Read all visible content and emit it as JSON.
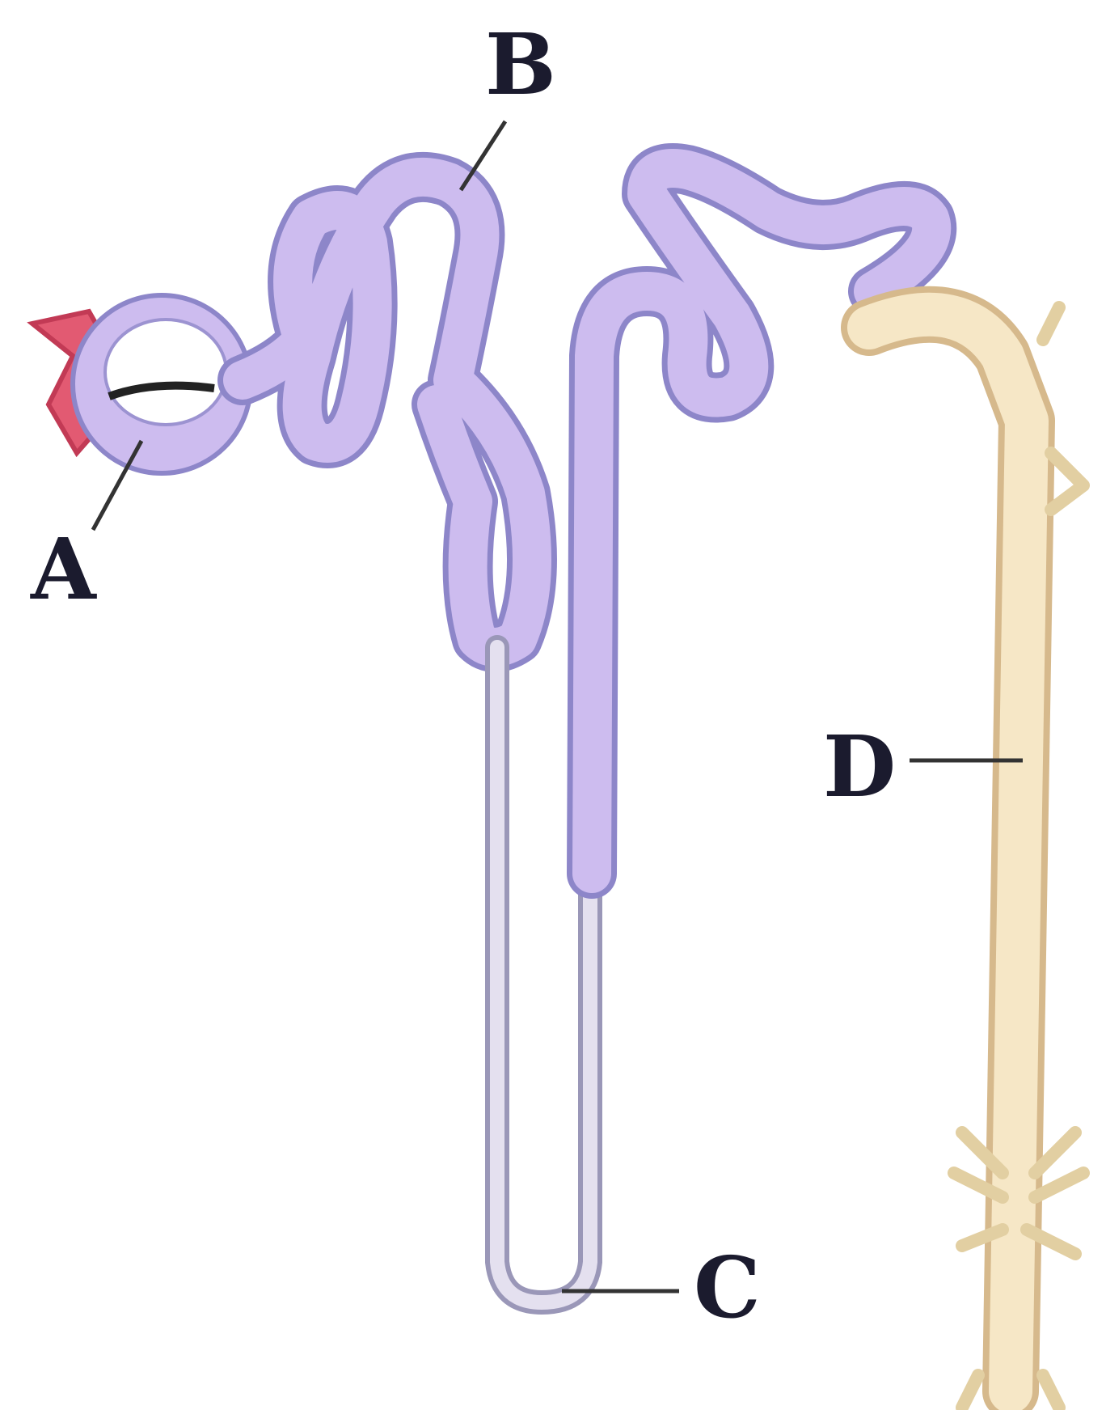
{
  "labels": {
    "a": "A",
    "b": "B",
    "c": "C",
    "d": "D"
  },
  "colors": {
    "tubule_fill": "#c9b6ec",
    "tubule_outline": "#8d86c9",
    "loop_fill": "#e2ddee",
    "collecting_duct_fill": "#f6e7c6",
    "collecting_duct_outline": "#d6b98c",
    "afferent_vessel": "#e0506a",
    "leader_line": "#333333"
  }
}
